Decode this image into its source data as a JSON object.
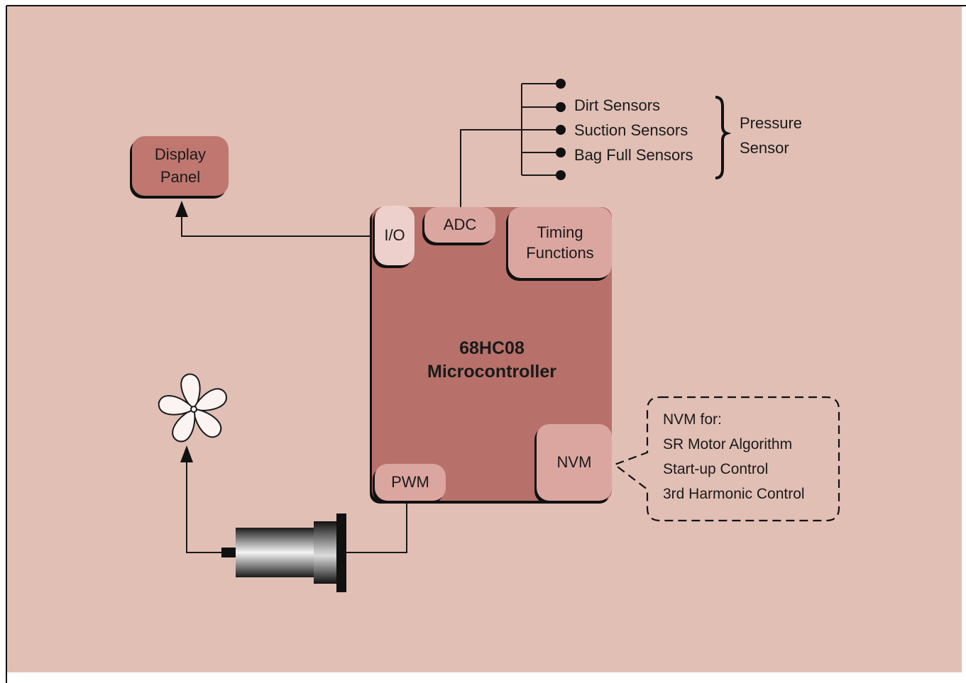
{
  "diagram": {
    "display_panel": [
      "Display",
      "Panel"
    ],
    "mcu": {
      "title": [
        "68HC08",
        "Microcontroller"
      ],
      "io": "I/O",
      "adc": "ADC",
      "timing": [
        "Timing",
        "Functions"
      ],
      "nvm": "NVM",
      "pwm": "PWM"
    },
    "sensors": [
      "Dirt Sensors",
      "Suction Sensors",
      "Bag Full Sensors"
    ],
    "pressure": [
      "Pressure",
      "Sensor"
    ],
    "nvm_note": [
      "NVM for:",
      "SR Motor Algorithm",
      "Start-up Control",
      "3rd Harmonic Control"
    ],
    "icons": [
      "fan-icon",
      "motor-icon"
    ],
    "colors": {
      "background": "#e1bfb5",
      "mcu_body": "#b7716a",
      "module": "#dca6a0",
      "io_module": "#edd0cb",
      "display_panel": "#bf7770",
      "line": "#1a1a1a"
    }
  }
}
